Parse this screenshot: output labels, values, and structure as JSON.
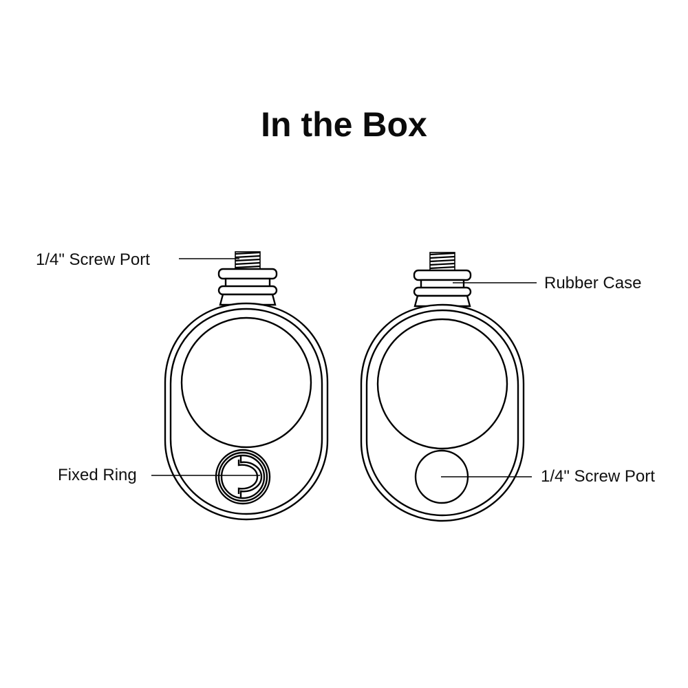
{
  "title": "In the Box",
  "items": [
    {
      "name": "mount-front",
      "labels": {
        "top_left": "1/4\" Screw Port",
        "bottom_left": "Fixed Ring"
      }
    },
    {
      "name": "mount-back",
      "labels": {
        "top_right": "Rubber Case",
        "bottom_right": "1/4\" Screw Port"
      }
    }
  ],
  "colors": {
    "stroke": "#000000",
    "background": "#ffffff",
    "text": "#111111"
  }
}
